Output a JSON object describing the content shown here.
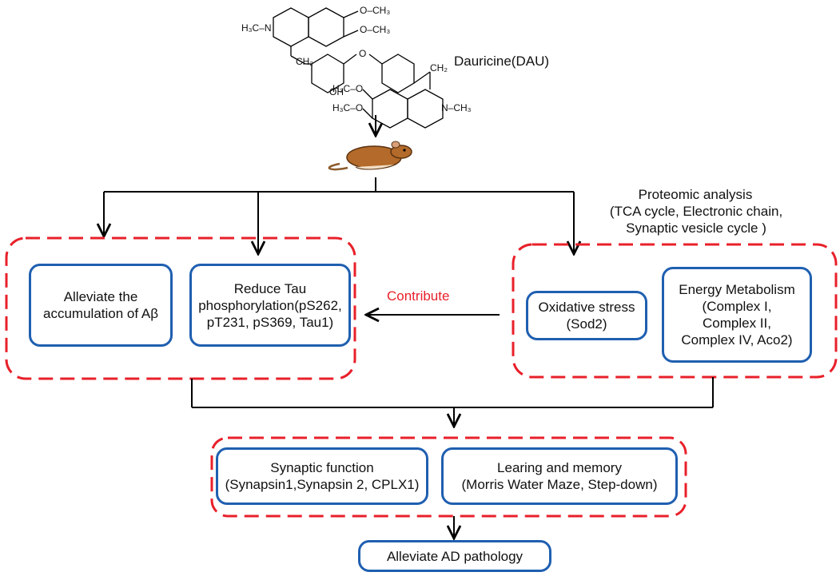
{
  "molecule": {
    "name": "Dauricine(DAU)",
    "labels": {
      "ome1": "O–CH₃",
      "ome2": "O–CH₃",
      "nme1": "H₃C–N",
      "ch2_1": "CH₂",
      "oh": "OH",
      "o": "O",
      "ch2_2": "CH₂",
      "ome3": "H₃C–O",
      "ome4": "H₃C–O",
      "nme2": "N–CH₃"
    }
  },
  "proteomic": {
    "title": "Proteomic analysis",
    "detail": "(TCA cycle, Electronic chain,\nSynaptic vesicle cycle )"
  },
  "left_group": {
    "box1": "Alleviate the\naccumulation of Aβ",
    "box2": "Reduce Tau\nphosphorylation(pS262,\npT231, pS369, Tau1)"
  },
  "contribute": "Contribute",
  "right_group": {
    "box1": "Oxidative stress\n(Sod2)",
    "box2": "Energy Metabolism\n(Complex I,\nComplex II,\nComplex IV, Aco2)"
  },
  "bottom_group": {
    "box1": "Synaptic function\n(Synapsin1,Synapsin 2, CPLX1)",
    "box2": "Learing and memory\n(Morris Water Maze, Step-down)"
  },
  "final": "Alleviate AD pathology",
  "colors": {
    "box_border": "#1f5fb0",
    "dash": "#e8202a",
    "contribute": "#e8202a"
  }
}
